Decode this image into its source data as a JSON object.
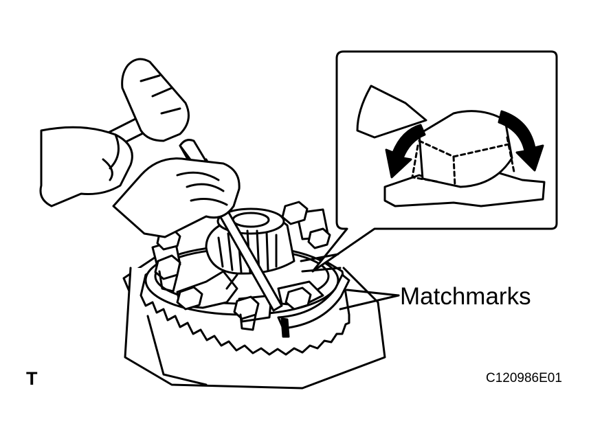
{
  "figure": {
    "callout_label": "Matchmarks",
    "corner_label": "T",
    "figure_code": "C120986E01",
    "colors": {
      "ink": "#000000",
      "paper": "#ffffff"
    },
    "icons": [
      "hammer-icon",
      "chisel-icon",
      "hand-icon",
      "ring-gear-icon",
      "bolt-icon",
      "lock-plate-icon",
      "rotation-arrow-icon"
    ]
  }
}
